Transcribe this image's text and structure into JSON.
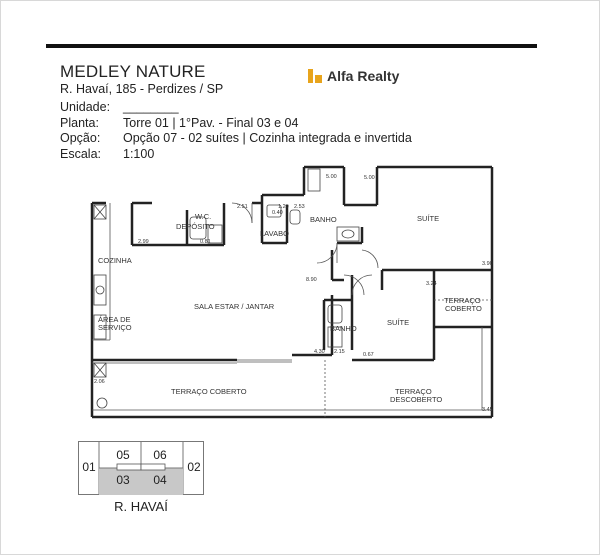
{
  "header": {
    "title": "MEDLEY NATURE",
    "address": "R. Havaí, 185 - Perdizes / SP",
    "logo_text": "Alfa Realty",
    "logo_color": "#e8a41c"
  },
  "info": {
    "unidade_label": "Unidade:",
    "unidade_value": "________",
    "planta_label": "Planta:",
    "planta_value": "Torre 01 | 1°Pav. - Final 03 e 04",
    "opcao_label": "Opção:",
    "opcao_value": "Opção 07 - 02 suítes | Cozinha integrada e invertida",
    "escala_label": "Escala:",
    "escala_value": "1:100"
  },
  "plan": {
    "rooms": {
      "deposito": "DEPÓSITO",
      "wc": "W.C.",
      "lavabo": "LAVABO",
      "banho1": "BANHO",
      "suite1": "SUÍTE",
      "cozinha": "COZINHA",
      "sala": "SALA ESTAR / JANTAR",
      "area_servico_1": "ÁREA DE",
      "area_servico_2": "SERVIÇO",
      "banho2": "BANHO",
      "suite2": "SUÍTE",
      "terraco_coberto_1": "TERRAÇO",
      "terraco_coberto_2": "COBERTO",
      "terraco_coberto_main": "TERRAÇO COBERTO",
      "terraco_descoberto_1": "TERRAÇO",
      "terraco_descoberto_2": "DESCOBERTO"
    },
    "dims": {
      "d1": "5.00",
      "d2": "5.00",
      "d3": "2.51",
      "d4": "2.53",
      "d5": "1.20",
      "d6": "0.40",
      "d7": "2.99",
      "d8": "0.81",
      "d9": "8.90",
      "d10": "3.24",
      "d11": "3.90",
      "d12": "4.30",
      "d13": "2.15",
      "d14": "0.67",
      "d15": "2.06",
      "d16": "3.45"
    }
  },
  "key_plan": {
    "units": [
      "05",
      "06",
      "03",
      "04"
    ],
    "side_left": "01",
    "side_right": "02",
    "street": "R. HAVAÍ"
  }
}
